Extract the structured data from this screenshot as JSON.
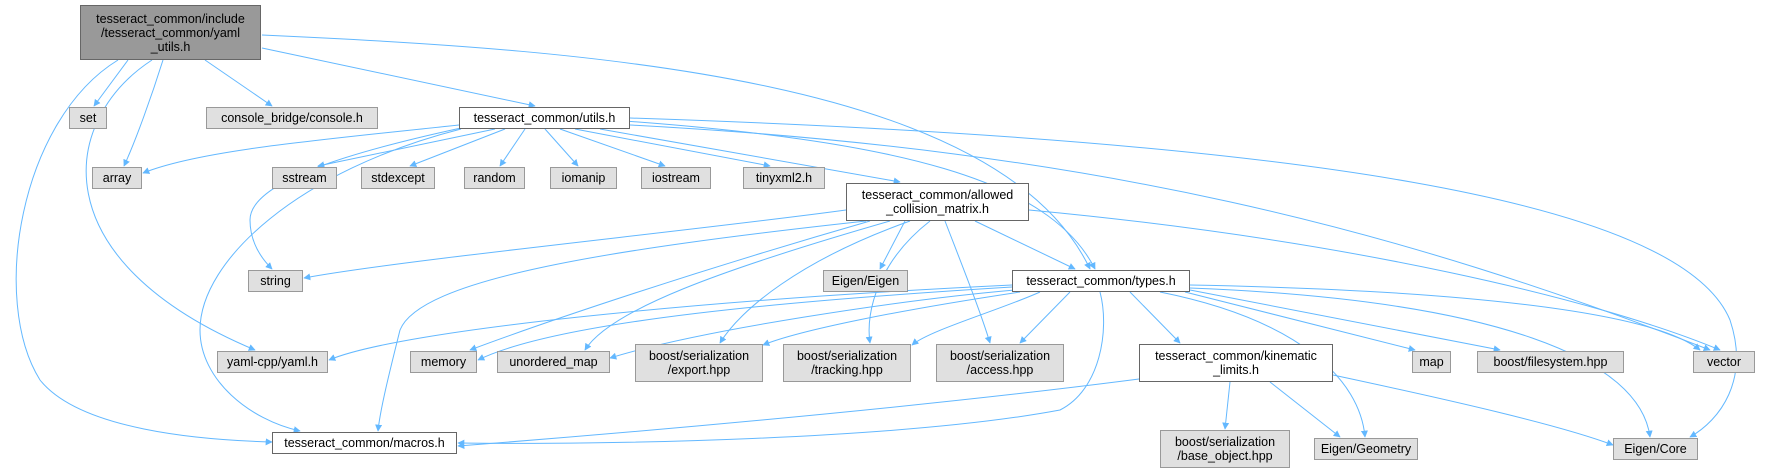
{
  "colors": {
    "edge": "#63b8ff",
    "root_fill": "#999999",
    "local_fill": "#ffffff",
    "external_fill": "#e0e0e0",
    "border": "#666666"
  },
  "nodes": {
    "yaml_utils": "tesseract_common/include\n/tesseract_common/yaml\n_utils.h",
    "set": "set",
    "console": "console_bridge/console.h",
    "utils": "tesseract_common/utils.h",
    "array": "array",
    "sstream": "sstream",
    "stdexcept": "stdexcept",
    "random": "random",
    "iomanip": "iomanip",
    "iostream": "iostream",
    "tinyxml2": "tinyxml2.h",
    "acm": "tesseract_common/allowed\n_collision_matrix.h",
    "string": "string",
    "eigen": "Eigen/Eigen",
    "types": "tesseract_common/types.h",
    "yamlcpp": "yaml-cpp/yaml.h",
    "memory": "memory",
    "unordered_map": "unordered_map",
    "bs_export": "boost/serialization\n/export.hpp",
    "bs_tracking": "boost/serialization\n/tracking.hpp",
    "bs_access": "boost/serialization\n/access.hpp",
    "kinematic": "tesseract_common/kinematic\n_limits.h",
    "map": "map",
    "filesystem": "boost/filesystem.hpp",
    "vector": "vector",
    "macros": "tesseract_common/macros.h",
    "bs_base": "boost/serialization\n/base_object.hpp",
    "geometry": "Eigen/Geometry",
    "core": "Eigen/Core"
  }
}
